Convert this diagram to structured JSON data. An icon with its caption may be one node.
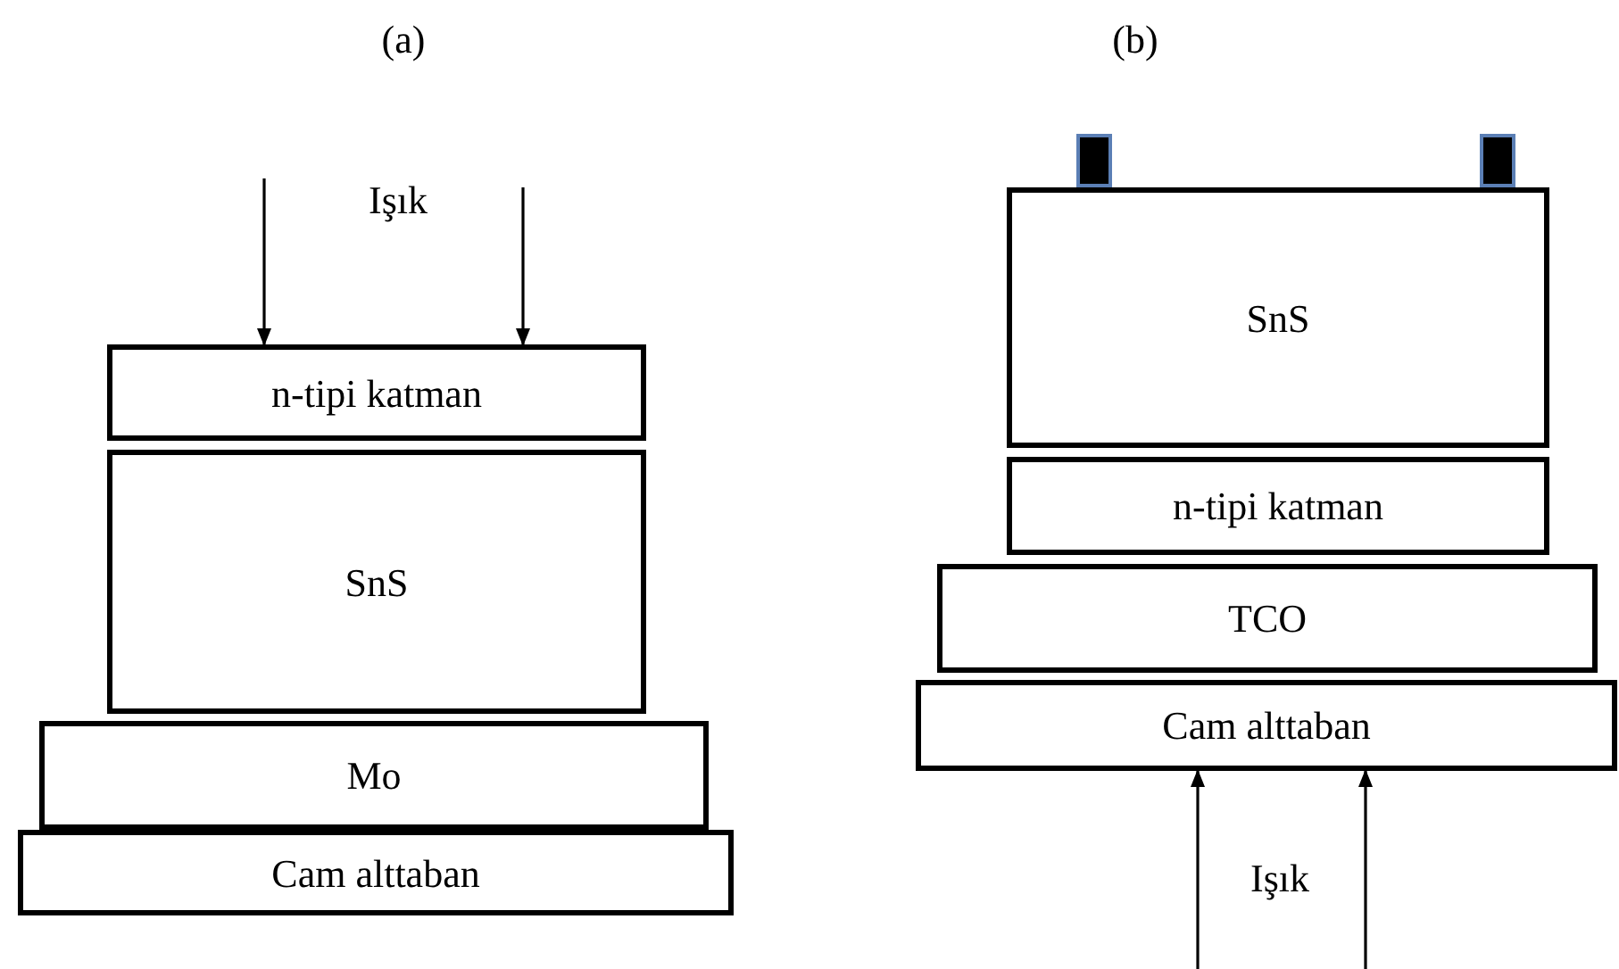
{
  "diagram": {
    "nodes": [
      {
        "text": [
          "n-tipi katman"
        ]
      },
      {
        "text": [
          "SnS"
        ]
      },
      {
        "text": [
          "Mo"
        ]
      },
      {
        "text": [
          "Cam alttaban"
        ]
      },
      {
        "text": [],
        "shape": "box"
      },
      {
        "text": [],
        "shape": "box"
      },
      {
        "text": [
          "SnS"
        ]
      },
      {
        "text": [
          "n-tipi katman"
        ]
      },
      {
        "text": [
          "TCO"
        ]
      },
      {
        "text": [
          "Cam alttaban"
        ]
      }
    ],
    "edges": [
      {
        "from": null,
        "to": 0,
        "arrow": "to"
      },
      {
        "from": null,
        "to": 0,
        "arrow": "to"
      },
      {
        "from": null,
        "to": 9,
        "arrow": "to"
      },
      {
        "from": null,
        "to": 9,
        "arrow": "to"
      }
    ],
    "labels": [
      "(a)",
      "(b)",
      "Işık",
      "Işık"
    ]
  }
}
